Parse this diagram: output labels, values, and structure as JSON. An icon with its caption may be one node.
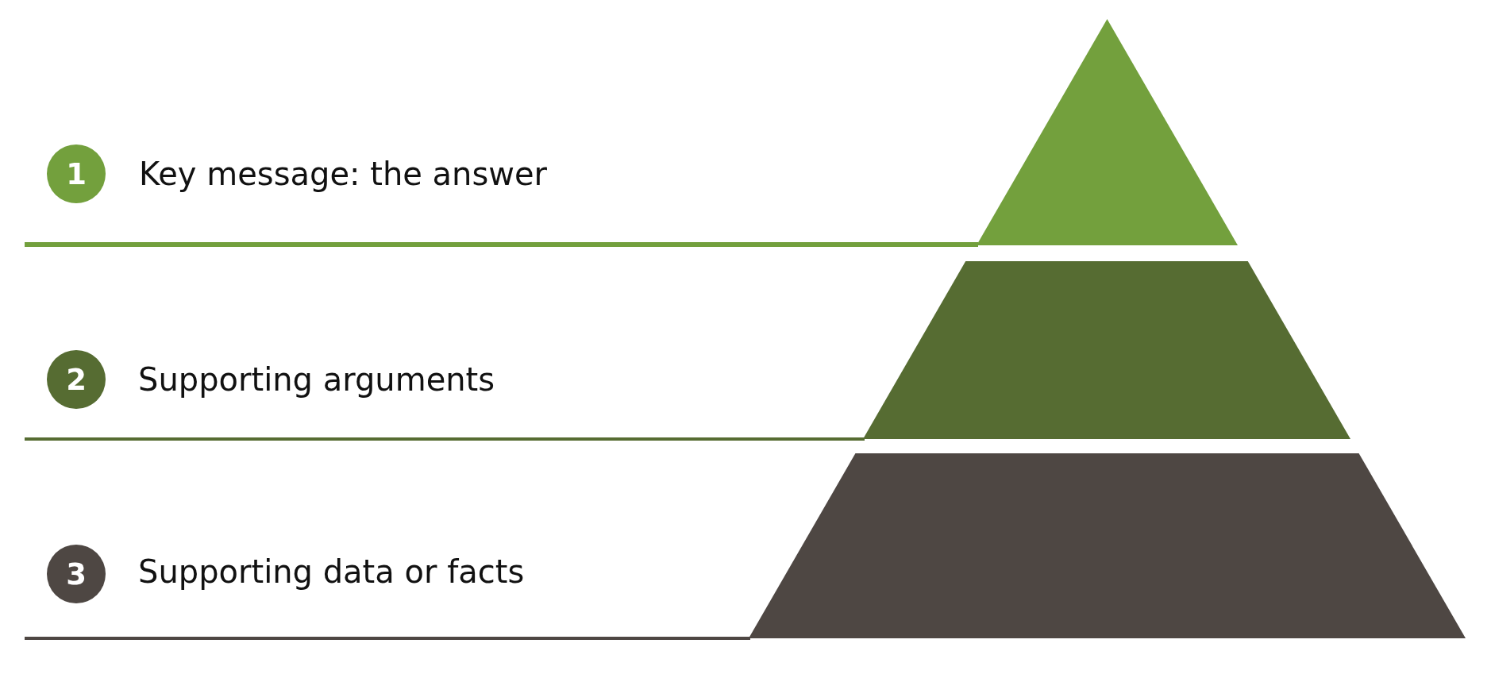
{
  "diagram": {
    "nodes": [
      {
        "text": [
          "1"
        ],
        "beside": [
          "Key message: the answer"
        ]
      },
      {
        "text": [],
        "shape": "triangle"
      },
      {
        "text": [
          "2"
        ],
        "beside": [
          "Supporting arguments"
        ]
      },
      {
        "text": [],
        "shape": "trapezoid"
      },
      {
        "text": [
          "3"
        ],
        "beside": [
          "Supporting data or facts"
        ]
      },
      {
        "text": [],
        "shape": "trapezoid"
      }
    ]
  }
}
